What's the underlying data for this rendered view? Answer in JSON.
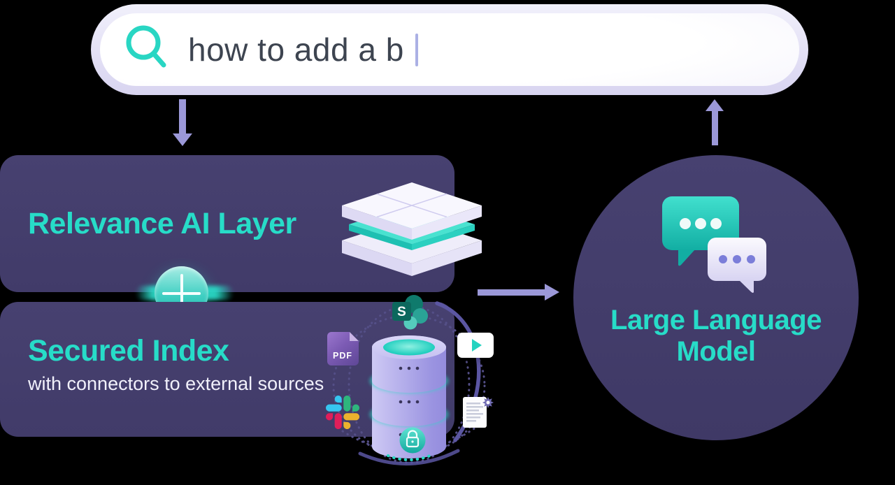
{
  "search": {
    "query": "how to add a b"
  },
  "panels": {
    "relevance": {
      "title": "Relevance AI Layer"
    },
    "secured_index": {
      "title": "Secured Index",
      "subtitle": "with connectors to external sources"
    }
  },
  "llm": {
    "title": "Large Language Model"
  },
  "icons": {
    "sharepoint_letter": "S",
    "pdf_label": "PDF"
  },
  "colors": {
    "teal_accent": "#27DCC8",
    "panel_purple": "#433D6C",
    "arrow_lavender": "#9B98D8",
    "cylinder_lavender": "#AFA9E9",
    "slack_blue": "#36C5F0",
    "slack_green": "#2EB67D",
    "slack_yellow": "#ECB22E",
    "slack_red": "#E01E5A",
    "pdf_purple": "#7C5BB4",
    "background": "#000000"
  }
}
